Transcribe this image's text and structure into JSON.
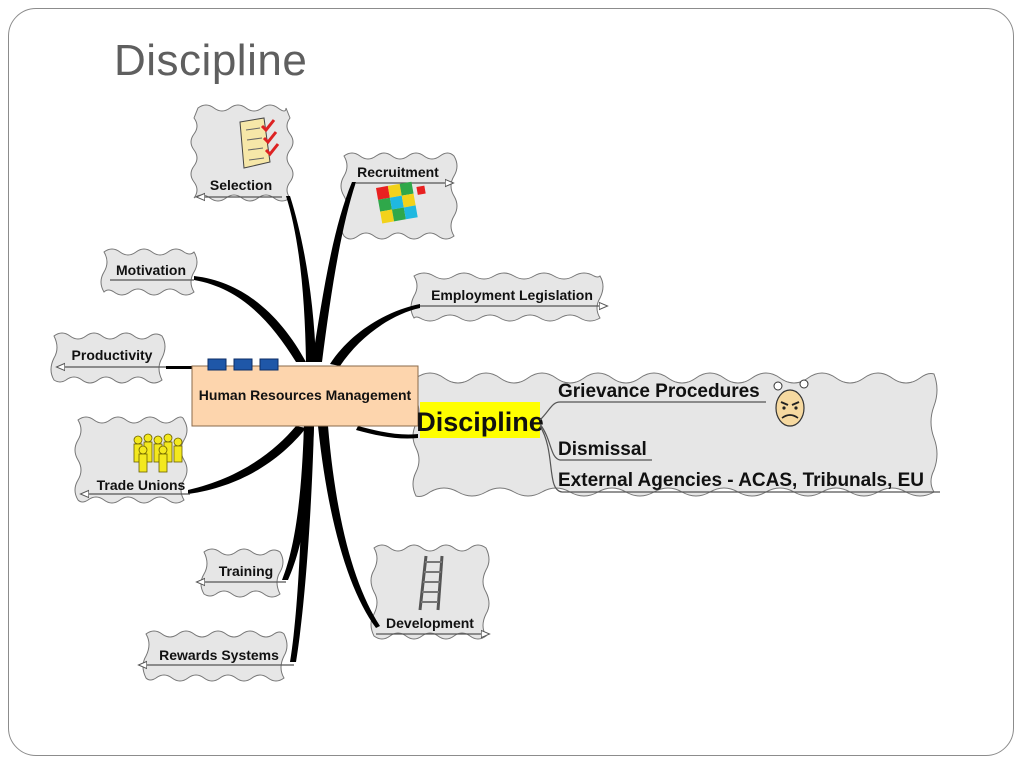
{
  "slide": {
    "title": "Discipline"
  },
  "mindmap": {
    "center": "Human Resources Management",
    "branches": {
      "selection": "Selection",
      "recruitment": "Recruitment",
      "motivation": "Motivation",
      "employment_legislation": "Employment Legislation",
      "productivity": "Productivity",
      "trade_unions": "Trade Unions",
      "training": "Training",
      "rewards_systems": "Rewards Systems",
      "development": "Development"
    },
    "discipline": {
      "label": "Discipline",
      "highlight_color": "#ffff00",
      "children": {
        "grievance": "Grievance Procedures",
        "dismissal": "Dismissal",
        "external": "External Agencies - ACAS, Tribunals, EU"
      }
    },
    "colors": {
      "center_fill": "#fdd5ad",
      "bubble_fill": "#e6e6e6",
      "connector": "#000000",
      "tab_blue": "#1f57a8"
    },
    "icons": [
      "checklist-icon",
      "puzzle-icon",
      "crowd-icon",
      "ladder-icon",
      "angry-face-icon"
    ]
  }
}
